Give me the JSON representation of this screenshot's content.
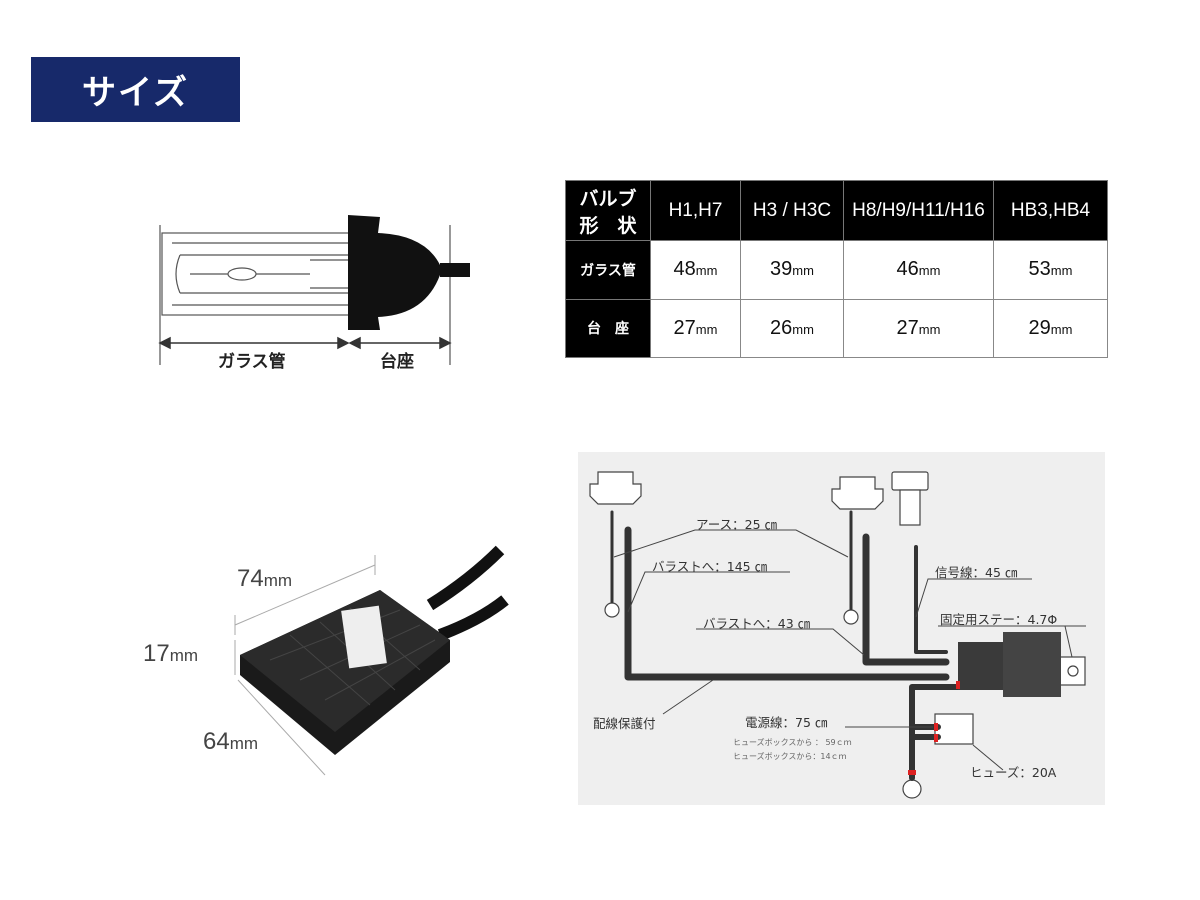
{
  "banner": {
    "title": "サイズ"
  },
  "bulb_diagram": {
    "glass_label": "ガラス管",
    "base_label": "台座"
  },
  "table": {
    "header_label_line1": "バルブ",
    "header_label_line2": "形　状",
    "columns": [
      "H1,H7",
      "H3 / H3C",
      "H8/H9/H11/H16",
      "HB3,HB4"
    ],
    "unit": "mm",
    "rows": [
      {
        "label": "ガラス管",
        "values": [
          "48",
          "39",
          "46",
          "53"
        ]
      },
      {
        "label": "台　座",
        "values": [
          "27",
          "26",
          "27",
          "29"
        ]
      }
    ]
  },
  "ballast": {
    "length": "74",
    "height": "17",
    "width": "64",
    "unit": "mm"
  },
  "wiring": {
    "earth": "アース：25 ㎝",
    "ballast_145": "バラストへ：145 ㎝",
    "signal": "信号線：45 ㎝",
    "stay": "固定用ステー：4.7Φ",
    "ballast_43": "バラストへ：43 ㎝",
    "protect": "配線保護付",
    "power": "電源線：75 ㎝",
    "fuse_box_1": "ヒューズボックスから ： 59ｃｍ",
    "fuse_box_2": "ヒューズボックスから：14ｃｍ",
    "fuse": "ヒューズ：20A"
  }
}
